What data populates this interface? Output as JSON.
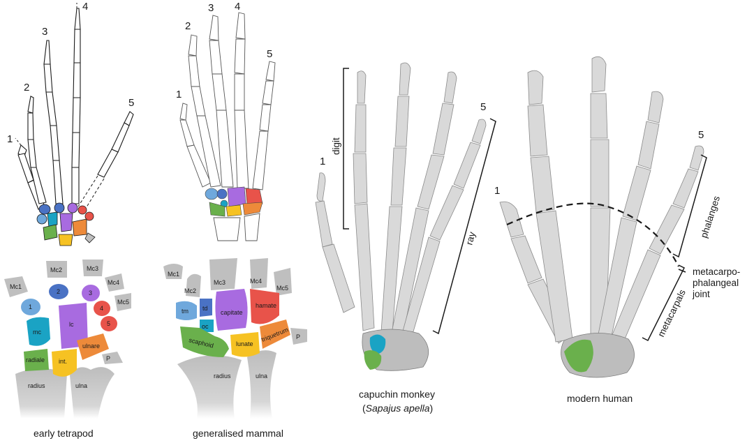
{
  "captions": {
    "tetrapod": "early tetrapod",
    "mammal": "generalised mammal",
    "capuchin_line1": "capuchin monkey",
    "capuchin_line2": "Sapajus apella",
    "human": "modern human"
  },
  "digit_numbers": [
    "1",
    "2",
    "3",
    "4",
    "5"
  ],
  "capuchin_labels": {
    "digit": "digit",
    "ray": "ray",
    "one": "1",
    "five": "5"
  },
  "human_labels": {
    "one": "1",
    "five": "5",
    "phalanges": "phalanges",
    "metacarpals": "metacarpals",
    "joint_line1": "metacarpo-",
    "joint_line2": "phalangeal",
    "joint_line3": "joint"
  },
  "tetrapod_bones": {
    "mc1": "Mc1",
    "mc2": "Mc2",
    "mc3": "Mc3",
    "mc4": "Mc4",
    "mc5": "Mc5",
    "d1": "1",
    "d2": "2",
    "d3": "3",
    "d4": "4",
    "d5": "5",
    "mc": "mc",
    "lc": "lc",
    "radiale": "radiale",
    "int": "int.",
    "ulnare": "ulnare",
    "p": "P",
    "radius": "radius",
    "ulna": "ulna"
  },
  "mammal_bones": {
    "mc1": "Mc1",
    "mc2": "Mc2",
    "mc3": "Mc3",
    "mc4": "Mc4",
    "mc5": "Mc5",
    "tm": "tm",
    "td": "td",
    "oc": "oc",
    "capitate": "capitate",
    "hamate": "hamate",
    "scaphoid": "scaphoid",
    "lunate": "lunate",
    "triquetrum": "triquetrum",
    "p": "P",
    "radius": "radius",
    "ulna": "ulna"
  },
  "colors": {
    "light_blue": "#6fa8dc",
    "blue": "#4a72c4",
    "purple": "#a86be0",
    "red": "#e8534a",
    "teal": "#1aa3c4",
    "green": "#6ab04c",
    "yellow": "#f6c223",
    "orange": "#ed8a3a",
    "gray": "#bfbfbf",
    "bone": "#d9d9d9"
  }
}
